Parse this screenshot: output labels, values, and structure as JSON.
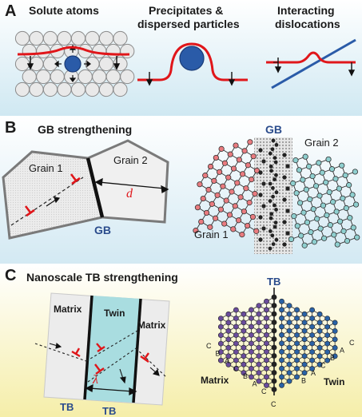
{
  "panelA": {
    "letter": "A",
    "col1": "Solute atoms",
    "col2_line1": "Precipitates &",
    "col2_line2": "dispersed particles",
    "col3_line1": "Interacting",
    "col3_line2": "dislocations",
    "colors": {
      "bg_top": "#ffffff",
      "bg_bottom": "#cfe8f2",
      "red": "#e0161a",
      "blue": "#2a5ba8"
    }
  },
  "panelB": {
    "letter": "B",
    "title": "GB strengthening",
    "grain1": "Grain 1",
    "grain2": "Grain 2",
    "d_label": "d",
    "gb_label": "GB",
    "right_gb": "GB",
    "right_grain1": "Grain 1",
    "right_grain2": "Grain 2",
    "colors": {
      "grain1_dots": "#e97b7f",
      "grain2_dots": "#8ecfcf",
      "gb_dots": "#222222"
    }
  },
  "panelC": {
    "letter": "C",
    "title": "Nanoscale TB strengthening",
    "matrix_left": "Matrix",
    "twin": "Twin",
    "matrix_right": "Matrix",
    "lambda": "λ",
    "tb_left": "TB",
    "tb_right": "TB",
    "right_tb": "TB",
    "right_matrix": "Matrix",
    "right_twin": "Twin",
    "stacking_left": [
      "C",
      "B",
      "A",
      "C",
      "B",
      "A",
      "C"
    ],
    "stacking_right": [
      "C",
      "A",
      "B",
      "C",
      "A",
      "B"
    ],
    "bottom_c": "C",
    "colors": {
      "bg_top": "#ffffff",
      "bg_bottom": "#f6f0b0",
      "twin": "#a9dde0",
      "matrix_dots": "#6a4c9c",
      "twin_dots": "#2a62a6"
    }
  }
}
